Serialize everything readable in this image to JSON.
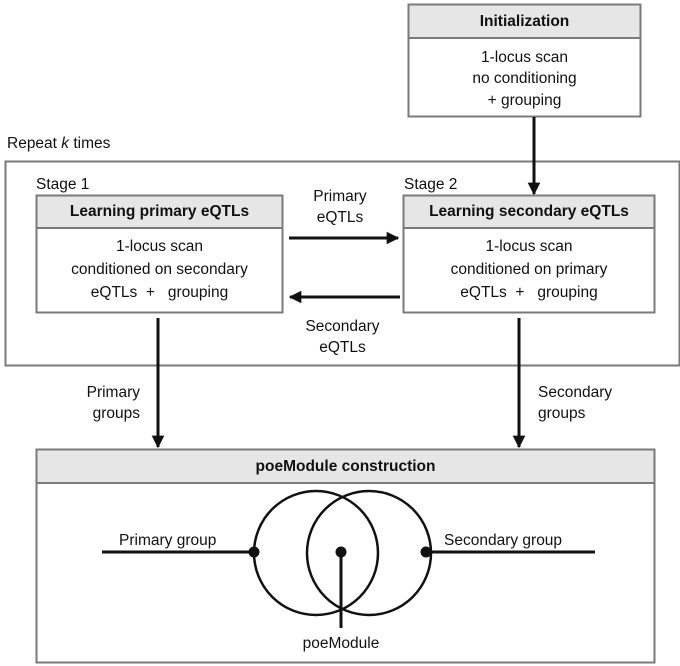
{
  "initialization": {
    "title": "Initialization",
    "body": [
      "1-locus scan",
      "no conditioning",
      "+ grouping"
    ]
  },
  "repeat": {
    "prefix": "Repeat ",
    "k": "k",
    "suffix": " times"
  },
  "stage1": {
    "label": "Stage 1",
    "title": "Learning primary eQTLs",
    "body": [
      "1-locus scan",
      "conditioned on secondary",
      "eQTLs  +   grouping"
    ]
  },
  "stage2": {
    "label": "Stage 2",
    "title": "Learning secondary eQTLs",
    "body": [
      "1-locus scan",
      "conditioned on primary",
      "eQTLs  +   grouping"
    ]
  },
  "arrows": {
    "primary_eqtls": [
      "Primary",
      "eQTLs"
    ],
    "secondary_eqtls": [
      "Secondary",
      "eQTLs"
    ],
    "primary_groups": [
      "Primary",
      "groups"
    ],
    "secondary_groups": [
      "Secondary",
      "groups"
    ]
  },
  "poemodule": {
    "title": "poeModule construction",
    "primary_group": "Primary group",
    "secondary_group": "Secondary group",
    "center": "poeModule"
  },
  "colors": {
    "header_fill": "#e6e6e6",
    "border": "#7a7a7a",
    "line": "#111111"
  }
}
